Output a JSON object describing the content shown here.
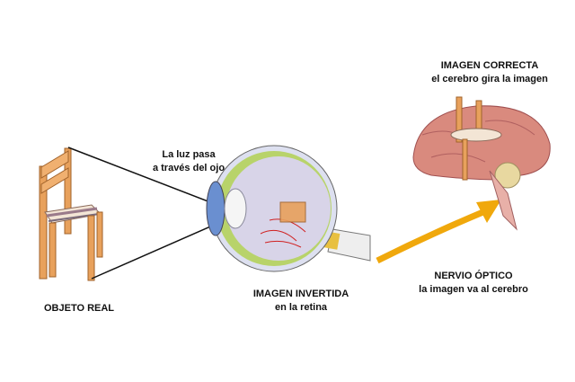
{
  "labels": {
    "object": "OBJETO REAL",
    "light_line1": "La luz pasa",
    "light_line2": "a través del ojo",
    "inverted_title": "IMAGEN INVERTIDA",
    "inverted_sub": "en la retina",
    "nerve_title": "NERVIO ÓPTICO",
    "nerve_sub": "la imagen va al cerebro",
    "correct_title": "IMAGEN CORRECTA",
    "correct_sub": "el cerebro gira la imagen"
  },
  "colors": {
    "wood": "#e8a15c",
    "brain": "#d98a7e",
    "arrow": "#f0a80c",
    "sclera": "#dde0f0",
    "iris": "#6a8fd0"
  }
}
